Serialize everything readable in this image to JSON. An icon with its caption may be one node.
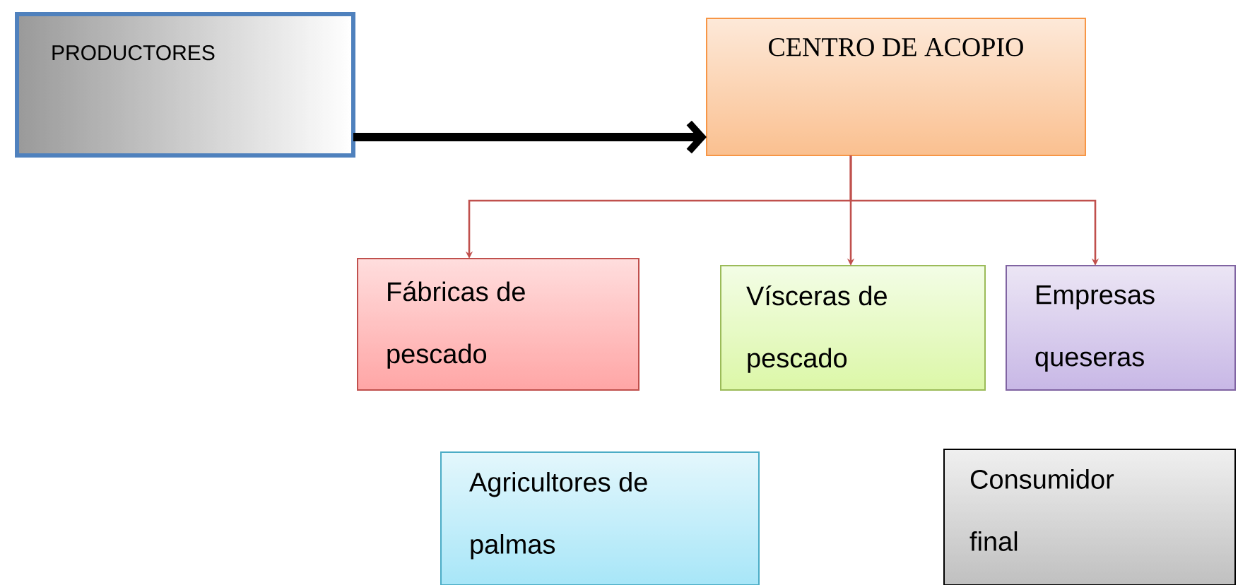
{
  "diagram": {
    "nodes": [
      {
        "text": [
          "PRODUCTORES"
        ]
      },
      {
        "text": [
          "CENTRO DE ACOPIO"
        ]
      },
      {
        "text": [
          "Fábricas de pescado"
        ]
      },
      {
        "text": [
          "Vísceras de pescado"
        ]
      },
      {
        "text": [
          "Empresas queseras"
        ]
      },
      {
        "text": [
          "Agricultores de palmas"
        ]
      },
      {
        "text": [
          "Consumidor final"
        ]
      }
    ],
    "edges": [
      {
        "from": 0,
        "to": 1,
        "arrow": "to",
        "style": "thick",
        "color": "#000000"
      },
      {
        "from": 1,
        "to": 2,
        "arrow": "to"
      },
      {
        "from": 1,
        "to": 3,
        "arrow": "to"
      },
      {
        "from": 1,
        "to": 4,
        "arrow": "to"
      }
    ]
  }
}
